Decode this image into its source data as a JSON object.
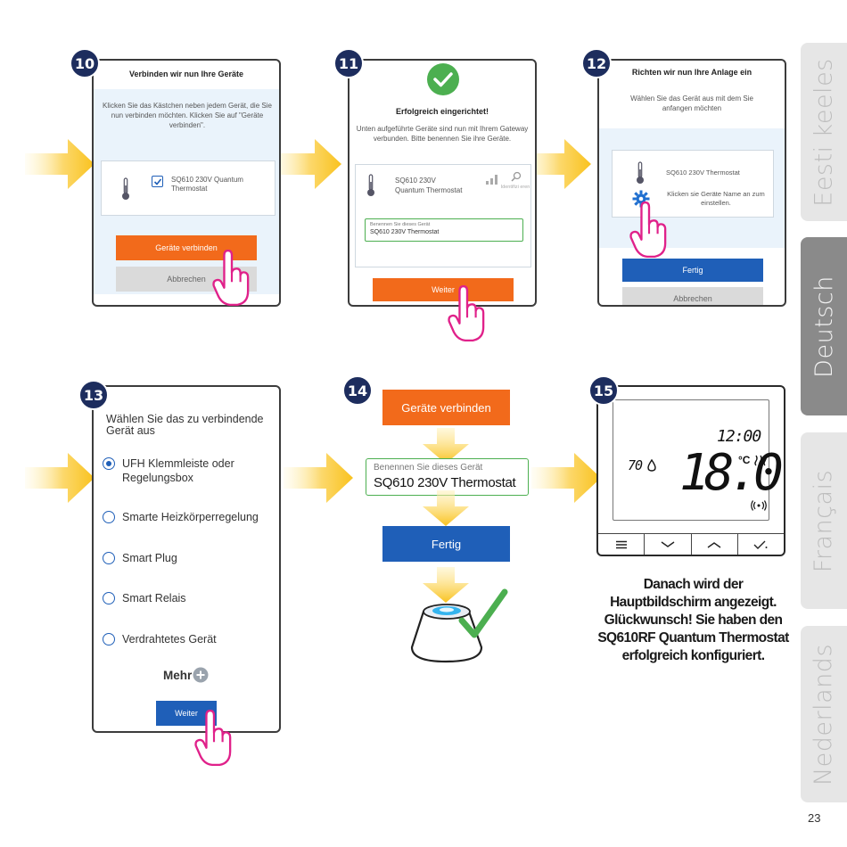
{
  "page_number": "23",
  "language_tabs": [
    "Eesti keeles",
    "Deutsch",
    "Français",
    "Nederlands"
  ],
  "active_tab": "Deutsch",
  "steps": {
    "s10": {
      "badge": "10",
      "title": "Verbinden wir nun Ihre Geräte",
      "instruction": "Klicken Sie das Kästchen neben jedem Gerät, die Sie nun verbinden möchten. Klicken Sie auf \"Geräte verbinden\".",
      "device": "SQ610 230V Quantum Thermostat",
      "primary_button": "Geräte verbinden",
      "secondary_button": "Abbrechen"
    },
    "s11": {
      "badge": "11",
      "title": "Erfolgreich eingerichtet!",
      "instruction": "Unten aufgeführte Geräte sind nun mit Ihrem Gateway verbunden. Bitte benennen Sie ihre Geräte.",
      "device": "SQ610 230V Quantum Thermostat",
      "identify": "Identifizi eren",
      "field_label": "Benennen Sie dieses Gerät",
      "field_value": "SQ610 230V Thermostat",
      "button": "Weiter"
    },
    "s12": {
      "badge": "12",
      "title": "Richten wir nun Ihre Anlage ein",
      "instruction": "Wählen Sie das Gerät aus mit dem Sie anfangen möchten",
      "device": "SQ610 230V Thermostat",
      "hint": "Klicken sie Geräte Name an zum einstellen.",
      "primary_button": "Fertig",
      "secondary_button": "Abbrechen"
    },
    "s13": {
      "badge": "13",
      "title": "Wählen Sie das zu verbindende Gerät aus",
      "options": [
        "UFH Klemmleiste oder Regelungsbox",
        "Smarte Heizkörperregelung",
        "Smart Plug",
        "Smart Relais",
        "Verdrahtetes Gerät"
      ],
      "selected_index": 0,
      "more": "Mehr",
      "button": "Weiter"
    },
    "s14": {
      "badge": "14",
      "connect_button": "Geräte verbinden",
      "field_label": "Benennen Sie dieses Gerät",
      "field_value": "SQ610 230V Thermostat",
      "done_button": "Fertig"
    },
    "s15": {
      "badge": "15",
      "time": "12:00",
      "humidity": "70",
      "temperature": "18.0",
      "unit": "°C"
    }
  },
  "caption": [
    "Danach wird der",
    "Hauptbildschirm angezeigt.",
    "Glückwunsch! Sie haben den",
    "SQ610RF Quantum Thermostat",
    "erfolgreich konfiguriert."
  ],
  "colors": {
    "orange": "#f26a1b",
    "blue": "#1f5fb8",
    "badge": "#1d2d5e",
    "green": "#4caf50",
    "pink": "#e0218a"
  }
}
